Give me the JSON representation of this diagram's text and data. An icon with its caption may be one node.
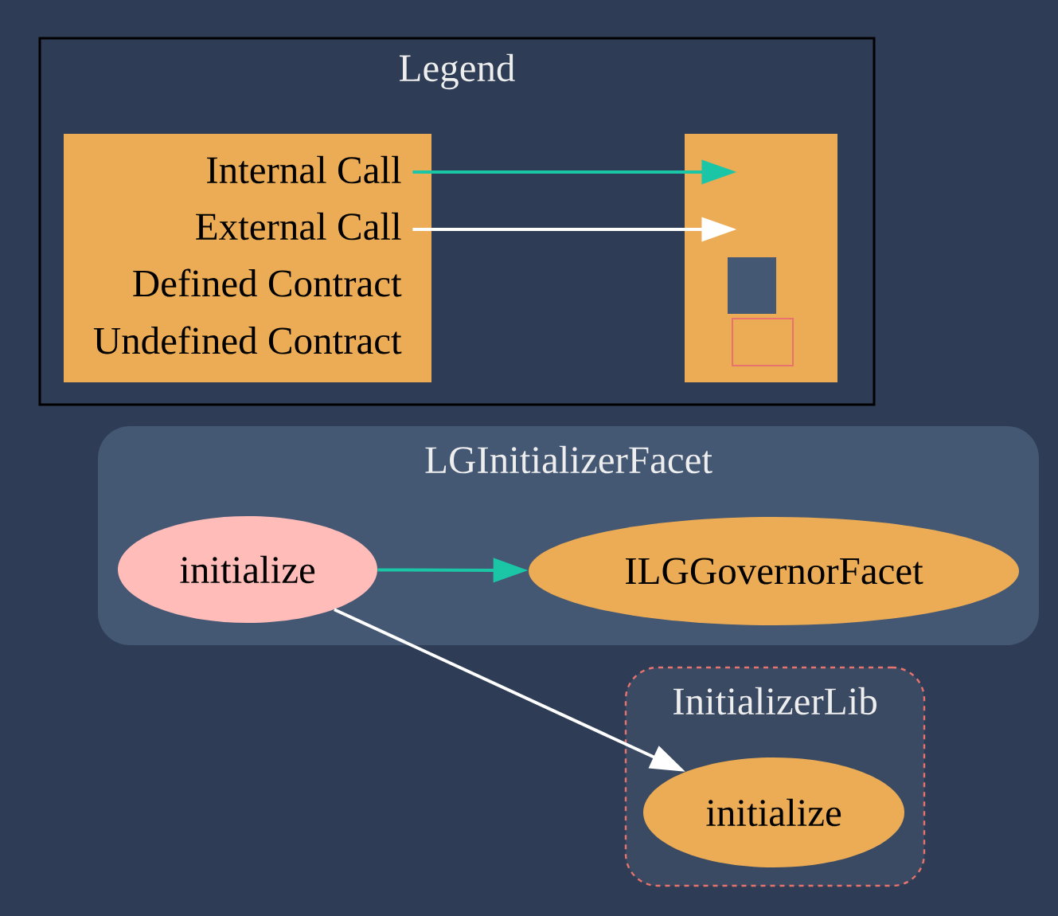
{
  "diagram": {
    "nodes": [
      {
        "text": [
          "Legend"
        ]
      },
      {
        "text": [
          "Internal Call",
          "External Call",
          "Defined Contract",
          "Undefined Contract"
        ],
        "in": 0
      },
      {
        "text": [],
        "shape": "box",
        "in": 0
      },
      {
        "text": [],
        "shape": "box",
        "in": 2
      },
      {
        "text": [],
        "shape": "box",
        "in": 2
      },
      {
        "text": [
          "LGInitializerFacet"
        ]
      },
      {
        "text": [
          "initialize"
        ],
        "in": 5
      },
      {
        "text": [
          "ILGGovernorFacet"
        ],
        "in": 5
      },
      {
        "text": [
          "InitializerLib"
        ]
      },
      {
        "text": [
          "initialize"
        ],
        "in": 8
      }
    ],
    "edges": [
      {
        "from": 1,
        "to": 2,
        "arrow": "to",
        "color": "#1bc6a6"
      },
      {
        "from": 1,
        "to": 2,
        "arrow": "to",
        "color": "#ffffff"
      },
      {
        "from": 6,
        "to": 7,
        "arrow": "to",
        "color": "#1bc6a6"
      },
      {
        "from": 6,
        "to": 9,
        "arrow": "to",
        "color": "#ffffff"
      }
    ]
  }
}
